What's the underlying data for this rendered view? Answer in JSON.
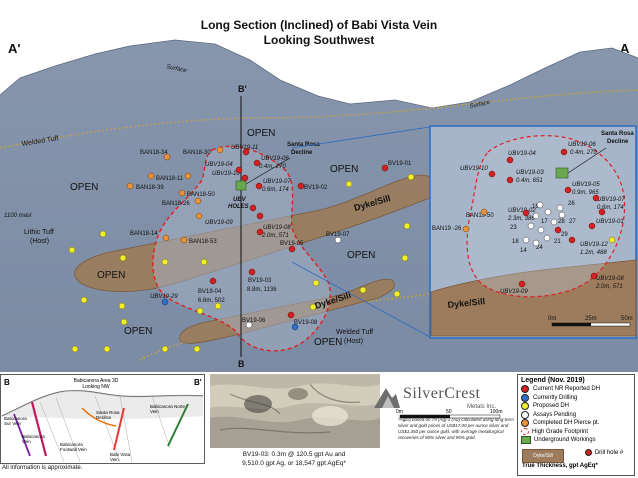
{
  "title_line1": "Long Section (Inclined) of Babi Vista Vein",
  "title_line2": "Looking Southwest",
  "corner_left": "A'",
  "corner_right": "A",
  "section_markers": {
    "top": "B'",
    "bottom": "B"
  },
  "surface_labels": [
    "Surface",
    "Surface"
  ],
  "units": {
    "welded_tuff_top": "Welded Tuff",
    "lithic_tuff": "Lithic Tuff\n(Host)",
    "welded_tuff_bottom": "Welded Tuff\n(Host)",
    "elevation": "1100 masl"
  },
  "zone_labels": [
    "OPEN",
    "OPEN",
    "OPEN",
    "OPEN",
    "OPEN",
    "OPEN",
    "OPEN"
  ],
  "dyke_labels": [
    "Dyke/Sill",
    "Dyke/Sill",
    "Dyke/Sill"
  ],
  "decline_label": "Santa Rosa\nDecline",
  "ubv_holes": "UBV\nHOLES",
  "main_labels": {
    "ubv19_11": "UBV19-11",
    "ubv19_06": "UBV19-06",
    "ubv19_06_val": "0.4m, 270",
    "ubv19_04": "UBV19-04",
    "ubv19_10": "UBV19-10",
    "ubv19_07": "UBV19-07",
    "ubv19_07_val": "0.6m, 174",
    "ubv19_09": "UBV19-09",
    "ubv19_08": "UBV19-08",
    "ubv19_08_val": "2.0m, 571",
    "ban18_34": "BAN18-34",
    "ban18_30": "BAN18-30",
    "ban18_11": "BAN18-11",
    "ban18_39": "BAN18-39",
    "ban18_50": "BAN18-50",
    "ban18_26": "BAN18-26",
    "ban18_14": "BAN18-14",
    "ban18_53": "BAN18-53",
    "bv19_01": "BV19-01",
    "bv19_02": "BV19-02",
    "bv19_05": "BV19-05",
    "bv19_07": "BV19-07",
    "bv19_03": "BV19-03",
    "bv19_03_val": "8.8m, 1136",
    "bv19_04": "BV19-04",
    "bv19_04_val": "6.6m, 502",
    "ubv19_29": "UBV19-29",
    "bv19_06": "BV19-06",
    "bv19_08": "BV19-08"
  },
  "inset_labels": {
    "decline": "Santa Rosa\nDecline",
    "ubv19_04": "UBV19-04",
    "ubv19_06": "UBV19-06",
    "ubv19_06_val": "0.4m, 270",
    "ubv19_10": "UBV19-10",
    "ubv19_03": "UBV19-03",
    "ubv19_03_val": "0.4m, 651",
    "ubv19_05": "UBV19-05",
    "ubv19_05_val": "0.9m, 965",
    "ubv19_07": "UBV19-07",
    "ubv19_07_val": "0.6m, 174",
    "ubv19_01": "UBV19-01",
    "ubv19_02": "UBV19-02",
    "ubv19_02_val": "2.3m, 386",
    "ban19_50": "BAN19-50",
    "ban19_26": "BAN19 -26",
    "ubv19_12": "UBV19-12",
    "ubv19_12_val": "1.2m, 488",
    "ubv19_08": "UBV19-08",
    "ubv19_08_val": "2.0m, 571",
    "ubv19_09": "UBV19-09",
    "nums": [
      "16",
      "26",
      "17",
      "23",
      "18",
      "28",
      "24",
      "14",
      "27",
      "21",
      "29"
    ],
    "scale": [
      "0m",
      "25m",
      "50m"
    ]
  },
  "cross_section": {
    "label_b": "B",
    "label_bp": "B'",
    "title": "Babicanora Area 3D\nLooking NW",
    "labels": [
      "Babicanora\nSur Vein",
      "Babicanora\nVein",
      "Santa Rosa\nDecline",
      "Babi Vista\nVein",
      "Babicanora Norte\nVein",
      "Babicanora\nFootwall Vein"
    ]
  },
  "photo_caption": "BV19-03: 0.3m @ 120.5 gpt Au and\n9,510.0 gpt Ag, or 18,547 gpt AgEq*",
  "logo": {
    "name": "SilverCrest",
    "sub": "Metals Inc."
  },
  "scale_bar": [
    "0m",
    "50",
    "100m"
  ],
  "note": "*AgEq based on 79 (Ag):1 (Au) calculated using long-term silver and gold prices of US$17.00 per ounce silver and US$1,350 per ounce gold, with average metallurgical recoveries of 90% silver and 95% gold.",
  "legend": {
    "title": "Legend (Nov. 2019)",
    "items": [
      {
        "label": "Current NR Reported DH",
        "color": "#d42020"
      },
      {
        "label": "Currently Drilling",
        "color": "#2f6fc9"
      },
      {
        "label": "Proposed DH",
        "color": "#f3ee2a"
      },
      {
        "label": "Assays Pending",
        "color": "#ffffff"
      },
      {
        "label": "Completed DH Pierce pt.",
        "color": "#e8923a"
      },
      {
        "label": "High Grade Footprint",
        "color": "#e02020"
      },
      {
        "label": "Underground Workings",
        "color": "#6aa84f"
      }
    ],
    "drill_hole_label": "Drill hole #",
    "thickness_label": "True Thickness, gpt AgEq*"
  },
  "footer": "All information is approximate."
}
